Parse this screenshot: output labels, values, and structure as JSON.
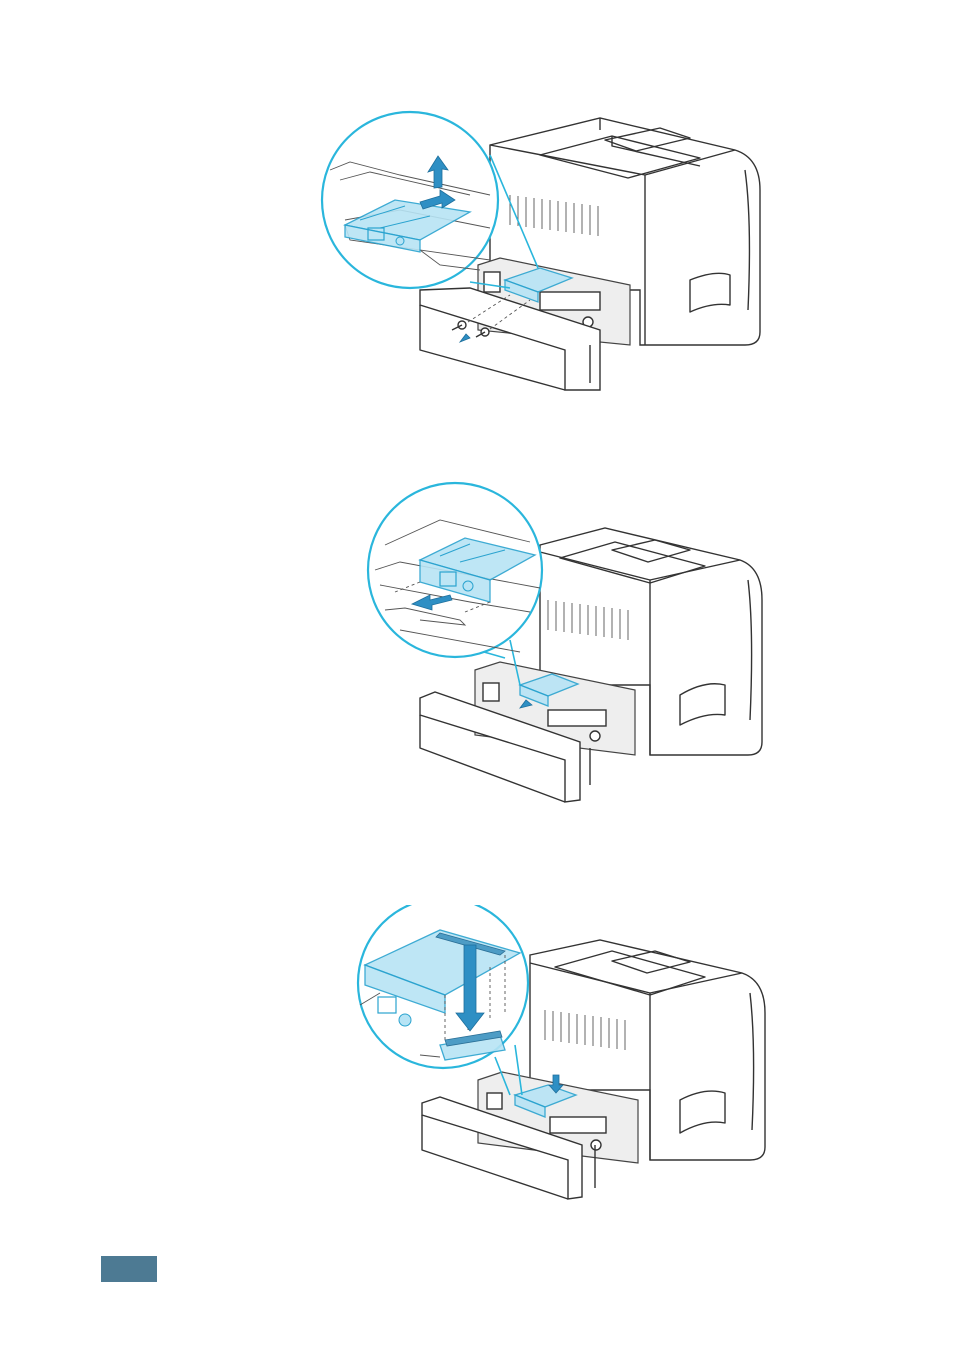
{
  "figures": [
    {
      "id": "fig1",
      "icon": "printer-remove-card-illustration"
    },
    {
      "id": "fig2",
      "icon": "printer-slide-card-illustration"
    },
    {
      "id": "fig3",
      "icon": "printer-insert-card-illustration"
    }
  ],
  "footer": {
    "page_tab_color": "#4d7a93"
  },
  "colors": {
    "accent": "#2ab6dc",
    "card": "#b7e4f5",
    "arrow": "#2e8fc4"
  }
}
